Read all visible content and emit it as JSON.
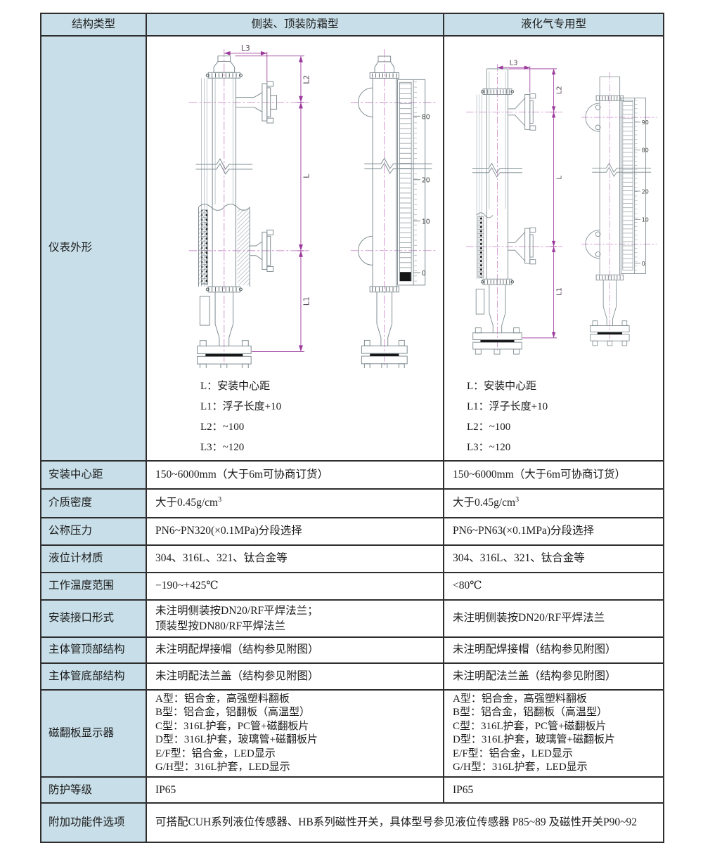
{
  "header": {
    "col1": "结构类型",
    "col2": "侧装、顶装防霜型",
    "col3": "液化气专用型"
  },
  "outline_row": {
    "label": "仪表外形",
    "dim_labels": {
      "L": "L",
      "L1": "L1",
      "L2": "L2",
      "L3": "L3"
    },
    "left": {
      "scale": [
        "80",
        "20",
        "10",
        "0"
      ],
      "legend": [
        "L：安装中心距",
        "L1：浮子长度+10",
        "L2：~100",
        "L3：~120"
      ]
    },
    "right": {
      "scale": [
        "90",
        "80",
        "20",
        "10",
        "0"
      ],
      "legend": [
        "L：安装中心距",
        "L1：浮子长度+10",
        "L2：~100",
        "L3：~120"
      ]
    }
  },
  "specs": [
    {
      "label": "安装中心距",
      "left": "150~6000mm（大于6m可协商订货）",
      "right": "150~6000mm（大于6m可协商订货）"
    },
    {
      "label": "介质密度",
      "left": "大于0.45g/cm",
      "right": "大于0.45g/cm",
      "sup": "3"
    },
    {
      "label": "公称压力",
      "left": "PN6~PN320(×0.1MPa)分段选择",
      "right": "PN6~PN63(×0.1MPa)分段选择"
    },
    {
      "label": "液位计材质",
      "left": "304、316L、321、钛合金等",
      "right": "304、316L、321、钛合金等"
    },
    {
      "label": "工作温度范围",
      "left": "−190~+425℃",
      "right": "<80℃"
    },
    {
      "label": "安装接口形式",
      "left_lines": [
        "未注明侧装按DN20/RF平焊法兰；",
        "顶装型按DN80/RF平焊法兰"
      ],
      "right": "未注明侧装按DN20/RF平焊法兰"
    },
    {
      "label": "主体管顶部结构",
      "left": "未注明配焊接帽（结构参见附图）",
      "right": "未注明配焊接帽（结构参见附图）"
    },
    {
      "label": "主体管底部结构",
      "left": "未注明配法兰盖（结构参见附图）",
      "right": "未注明配法兰盖（结构参见附图）"
    },
    {
      "label": "磁翻板显示器",
      "left_lines": [
        "A型：铝合金，高强塑料翻板",
        "B型：铝合金，铝翻板（高温型）",
        "C型：316L护套，PC管+磁翻板片",
        "D型：316L护套，玻璃管+磁翻板片",
        "E/F型：铝合金，LED显示",
        "G/H型：316L护套，LED显示"
      ],
      "right_lines": [
        "A型：铝合金，高强塑料翻板",
        "B型：铝合金，铝翻板（高温型）",
        "C型：316L护套，PC管+磁翻板片",
        "D型：316L护套，玻璃管+磁翻板片",
        "E/F型：铝合金，LED显示",
        "G/H型：316L护套，LED显示"
      ]
    },
    {
      "label": "防护等级",
      "left": "IP65",
      "right": "IP65"
    },
    {
      "label": "附加功能件选项",
      "span": "可搭配CUH系列液位传感器、HB系列磁性开关，具体型号参见液位传感器 P85~89 及磁性开关P90~92"
    }
  ]
}
